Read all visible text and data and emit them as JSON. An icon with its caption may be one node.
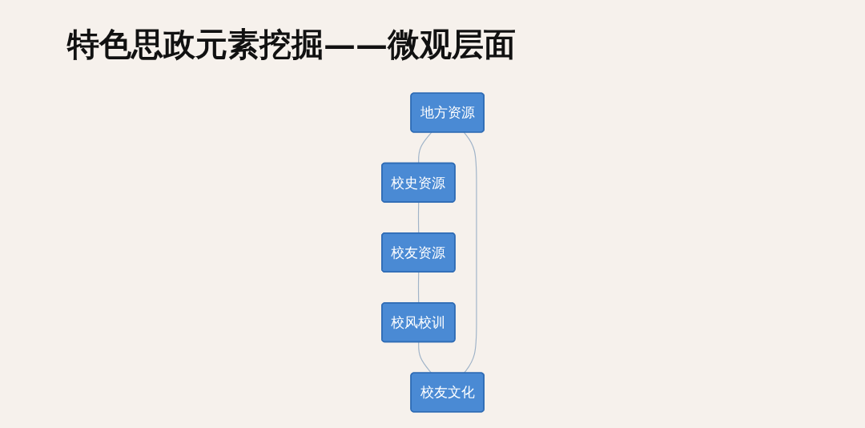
{
  "diagram": {
    "title": "特色思政元素挖掘——微观层面",
    "nodes": [
      {
        "text": [
          "地方资源"
        ]
      },
      {
        "text": [
          "校友文化"
        ]
      },
      {
        "text": [
          "校史资源"
        ]
      },
      {
        "text": [
          "校风校训"
        ]
      },
      {
        "text": [
          "校友资源"
        ]
      }
    ],
    "edges": [
      {
        "from": 0,
        "to": 2,
        "arrow": "none"
      },
      {
        "from": 2,
        "to": 4,
        "arrow": "none"
      },
      {
        "from": 4,
        "to": 3,
        "arrow": "none"
      },
      {
        "from": 3,
        "to": 1,
        "arrow": "none"
      },
      {
        "from": 1,
        "to": 0,
        "arrow": "none"
      }
    ]
  }
}
